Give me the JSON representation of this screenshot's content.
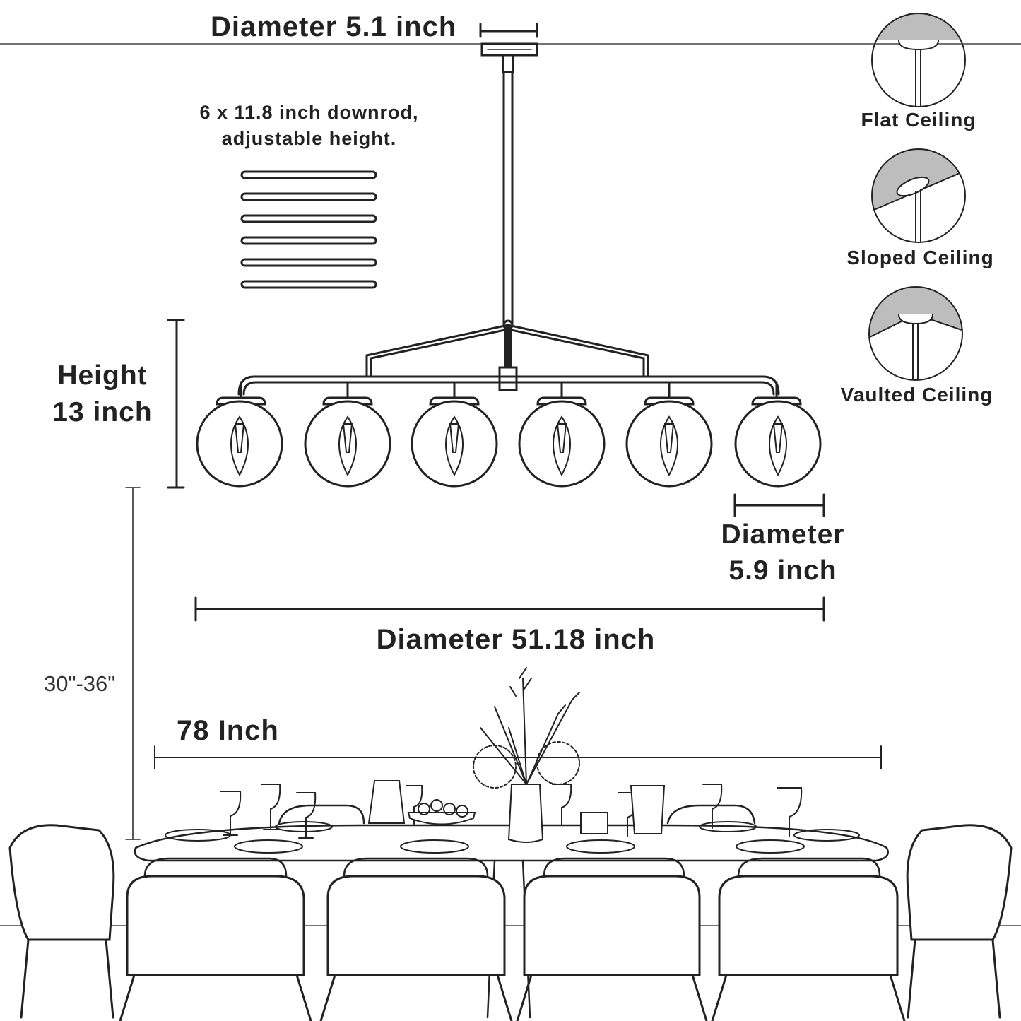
{
  "labels": {
    "canopy_diameter": "Diameter 5.1 inch",
    "downrod_line1": "6 x 11.8 inch downrod,",
    "downrod_line2": "adjustable height.",
    "height_line1": "Height",
    "height_line2": "13 inch",
    "globe_line1": "Diameter",
    "globe_line2": "5.9 inch",
    "fixture_diameter": "Diameter 51.18 inch",
    "hang_height": "30\"-36\"",
    "table_length": "78 Inch"
  },
  "ceiling_types": [
    {
      "label": "Flat Ceiling",
      "icon": "flat-ceiling-icon"
    },
    {
      "label": "Sloped Ceiling",
      "icon": "sloped-ceiling-icon"
    },
    {
      "label": "Vaulted Ceiling",
      "icon": "vaulted-ceiling-icon"
    }
  ],
  "counts": {
    "globes": 6,
    "downrods": 6
  },
  "colors": {
    "line": "#222222",
    "ceiling_shade": "#bdbdbd"
  }
}
